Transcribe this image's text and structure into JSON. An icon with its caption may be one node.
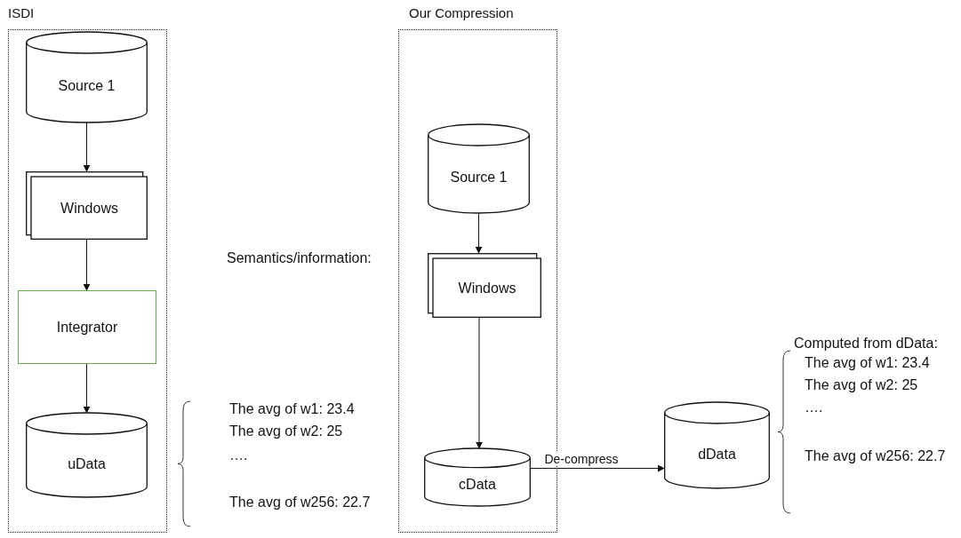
{
  "diagram": {
    "nodes": [
      {
        "text": [
          "ISDI"
        ]
      },
      {
        "text": [
          "Source 1"
        ],
        "in": 0
      },
      {
        "text": [
          "Windows"
        ],
        "in": 0
      },
      {
        "text": [
          "Integrator"
        ],
        "in": 0
      },
      {
        "text": [
          "uData"
        ],
        "in": 0
      },
      {
        "text": [
          "Our Compression"
        ]
      },
      {
        "text": [
          "Source 1"
        ],
        "in": 5
      },
      {
        "text": [
          "Windows"
        ],
        "in": 5
      },
      {
        "text": [
          "cData"
        ],
        "in": 5
      },
      {
        "text": [
          "dData"
        ]
      }
    ],
    "edges": [
      {
        "from": 1,
        "to": 2,
        "arrow": "to"
      },
      {
        "from": 2,
        "to": 3,
        "arrow": "to"
      },
      {
        "from": 3,
        "to": 4,
        "arrow": "to"
      },
      {
        "from": 6,
        "to": 7,
        "arrow": "to"
      },
      {
        "from": 7,
        "to": 8,
        "arrow": "to"
      },
      {
        "from": 8,
        "to": 9,
        "arrow": "to",
        "label": "De-compress"
      }
    ],
    "labels": [
      "Semantics/information:",
      "The avg of w1: 23.4",
      "The avg of w2: 25",
      "….",
      "The avg of w256: 22.7",
      "Computed from dData:",
      "The avg of w1: 23.4",
      "The avg of w2: 25",
      "….",
      "The avg of w256: 22.7"
    ]
  }
}
